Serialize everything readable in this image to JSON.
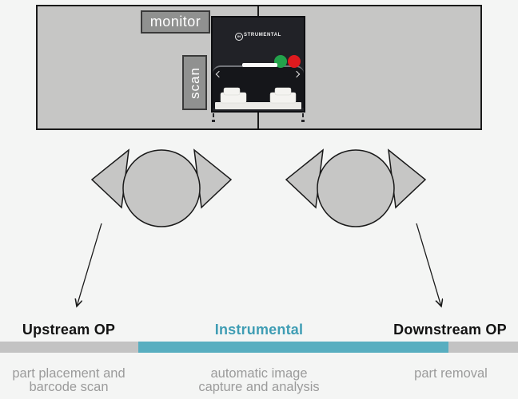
{
  "bench": {
    "monitor_label": "monitor",
    "scan_label": "scan"
  },
  "device": {
    "brand_circle": "IN",
    "brand_rest": "STRUMENTAL",
    "green_button_color": "#23a24b",
    "red_button_color": "#de1a1e",
    "body_color": "#212227"
  },
  "palette": {
    "background": "#f4f5f4",
    "bench_fill": "#c6c6c5",
    "tag_fill": "#909190",
    "bar_gray": "#c3c3c3",
    "bar_teal": "#58aec0",
    "accent_teal_text": "#3f9db4",
    "description_gray": "#9b9b9b",
    "outline": "#1a1a1a"
  },
  "timeline": {
    "segments": [
      {
        "label": "Upstream OP",
        "description": "part placement and\nbarcode scan",
        "color": "#c3c3c3"
      },
      {
        "label": "Instrumental",
        "description": "automatic image\ncapture and analysis",
        "color": "#58aec0"
      },
      {
        "label": "Downstream OP",
        "description": "part removal",
        "color": "#c3c3c3"
      }
    ]
  }
}
